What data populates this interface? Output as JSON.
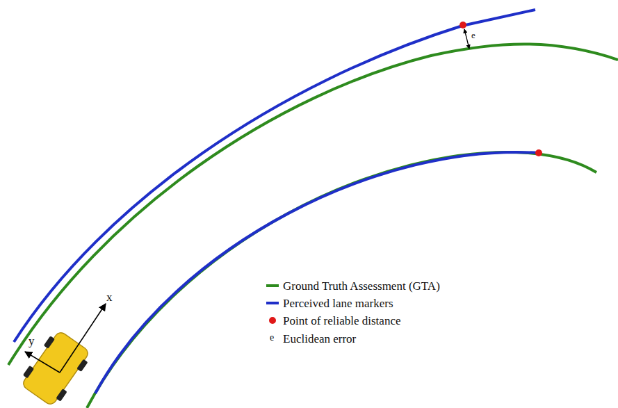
{
  "diagram": {
    "labels": [
      "x",
      "y",
      "e",
      "e"
    ],
    "legend": [
      {
        "text": "Ground Truth Assessment (GTA)"
      },
      {
        "text": "Perceived lane markers"
      },
      {
        "text": "Point of reliable distance"
      },
      {
        "text": "Euclidean error"
      }
    ]
  }
}
